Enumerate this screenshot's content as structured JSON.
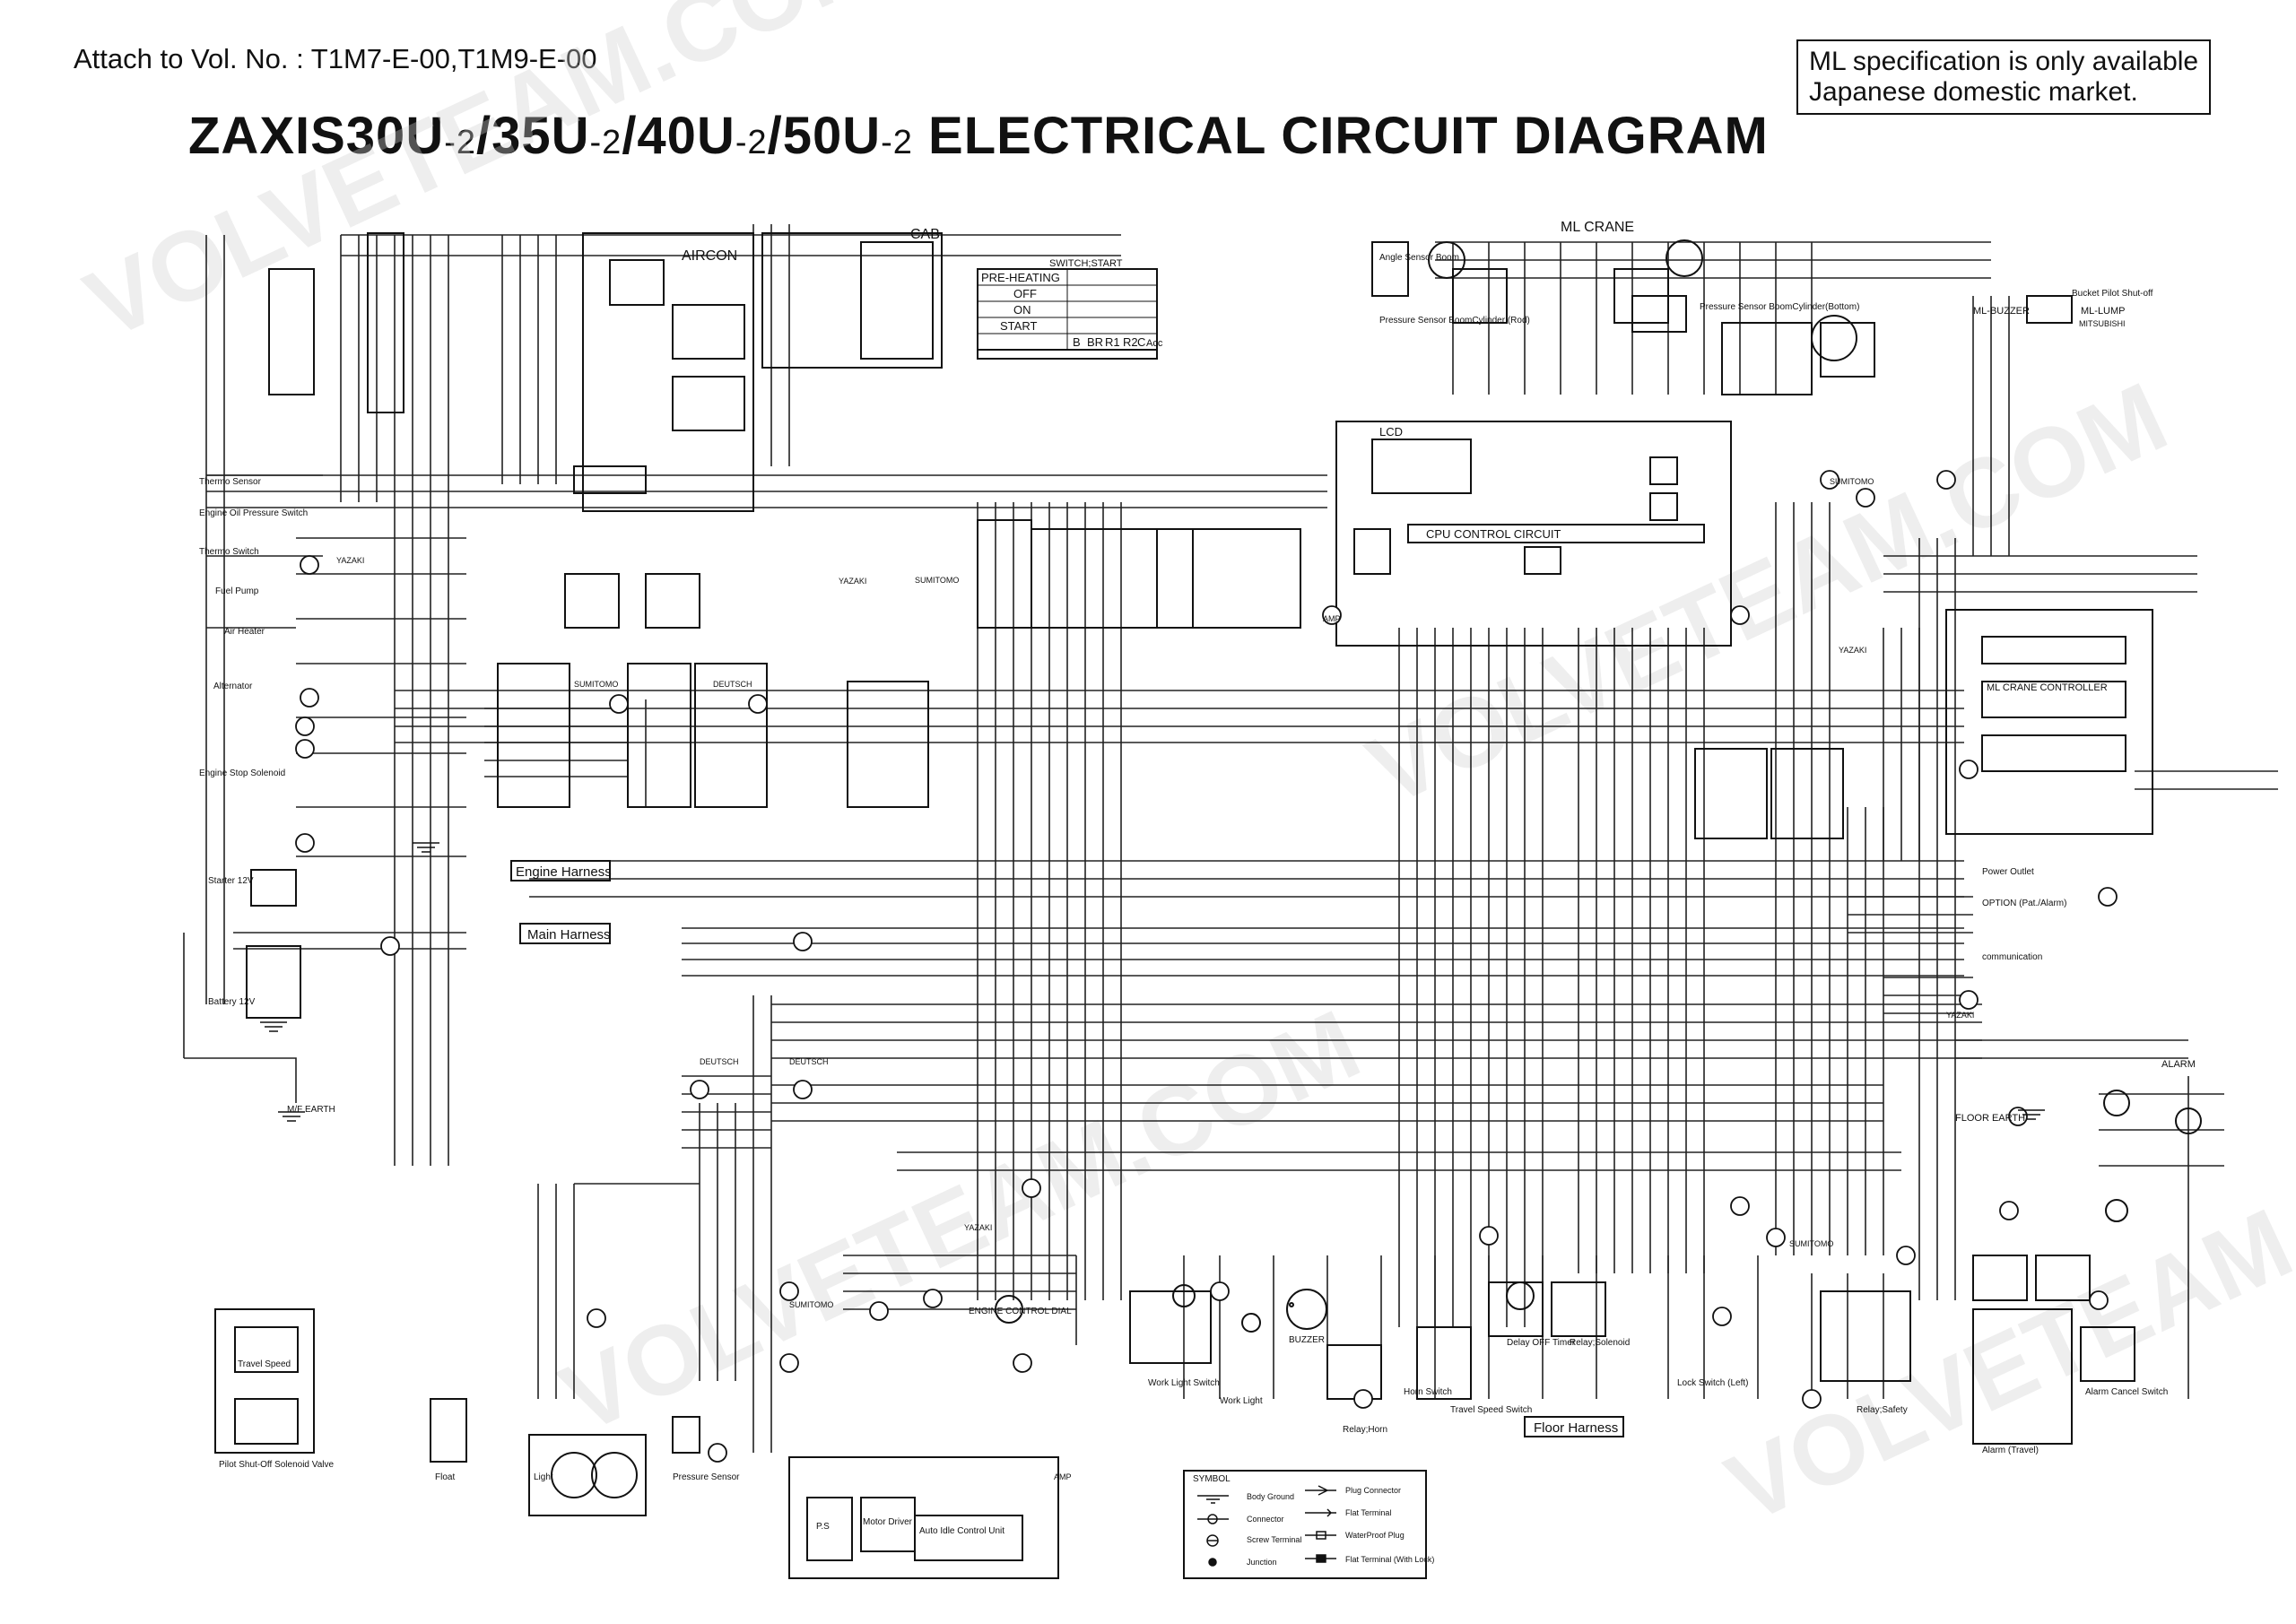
{
  "header": {
    "attach": "Attach to Vol. No. : T1M7-E-00,T1M9-E-00",
    "title_parts": [
      "ZAXIS30U",
      "-2",
      "/35U",
      "-2",
      "/40U",
      "-2",
      "/50U",
      "-2",
      " ELECTRICAL CIRCUIT DIAGRAM"
    ],
    "note_line1": "ML specification is only available",
    "note_line2": "Japanese domestic market."
  },
  "switch_table": {
    "title": "SWITCH;START",
    "rows": [
      "PRE-HEATING",
      "OFF",
      "ON",
      "START"
    ],
    "cols": [
      "B",
      "BR",
      "R1",
      "R2",
      "C",
      "Acc"
    ]
  },
  "left_components": [
    "Thermo Sensor",
    "Engine Oil Pressure Switch",
    "Thermo Switch",
    "Fuel Pump",
    "Air Heater",
    "Alternator",
    "Engine Stop Solenoid",
    "Starter 12V",
    "Battery 12V",
    "M/F EARTH"
  ],
  "section_labels": {
    "aircon": "AIRCON",
    "cab": "CAB",
    "ml_crane": "ML CRANE",
    "engine_harness": "Engine Harness",
    "main_harness": "Main Harness",
    "floor_harness": "Floor Harness",
    "lcd": "LCD",
    "cpu": "CPU CONTROL CIRCUIT",
    "ml_crane_controller": "ML CRANE CONTROLLER",
    "ml_buzzer": "ML-BUZZER",
    "ml_lump": "ML-LUMP",
    "alarm": "ALARM",
    "floor_earth": "FLOOR EARTH"
  },
  "bottom_components": [
    "Float",
    "Light",
    "Pressure Sensor",
    "Work Light Switch",
    "Work Light",
    "BUZZER",
    "Horn Switch",
    "Travel Speed Switch",
    "Relay;Horn",
    "Delay OFF Timer",
    "Relay;Solenoid",
    "Lock Switch (Left)",
    "Relay;Safety",
    "Alarm (Travel)",
    "Alarm Cancel Switch",
    "Motor Driver",
    "Auto Idle Control Unit",
    "P.S",
    "ENGINE CONTROL DIAL",
    "Travel Speed",
    "Pilot Shut-Off Solenoid Valve"
  ],
  "right_components": [
    "Angle Sensor Boom",
    "Pressure Sensor BoomCylinder (Rod)",
    "Pressure Sensor BoomCylinder(Bottom)",
    "Bucket Pilot Shut-off",
    "Power Outlet",
    "OPTION (Pat./Alarm)",
    "communication"
  ],
  "connectors": [
    "YAZAKI",
    "SUMITOMO",
    "DEUTSCH",
    "AMP",
    "MITSUBISHI"
  ],
  "symbol_legend": {
    "title": "SYMBOL",
    "items": [
      "Body Ground",
      "Connector",
      "Screw Terminal",
      "Junction",
      "Plug Connector",
      "Flat Terminal",
      "WaterProof Plug",
      "Flat Terminal (With Lock)"
    ]
  },
  "watermark": "VOLVETEAM.COM"
}
